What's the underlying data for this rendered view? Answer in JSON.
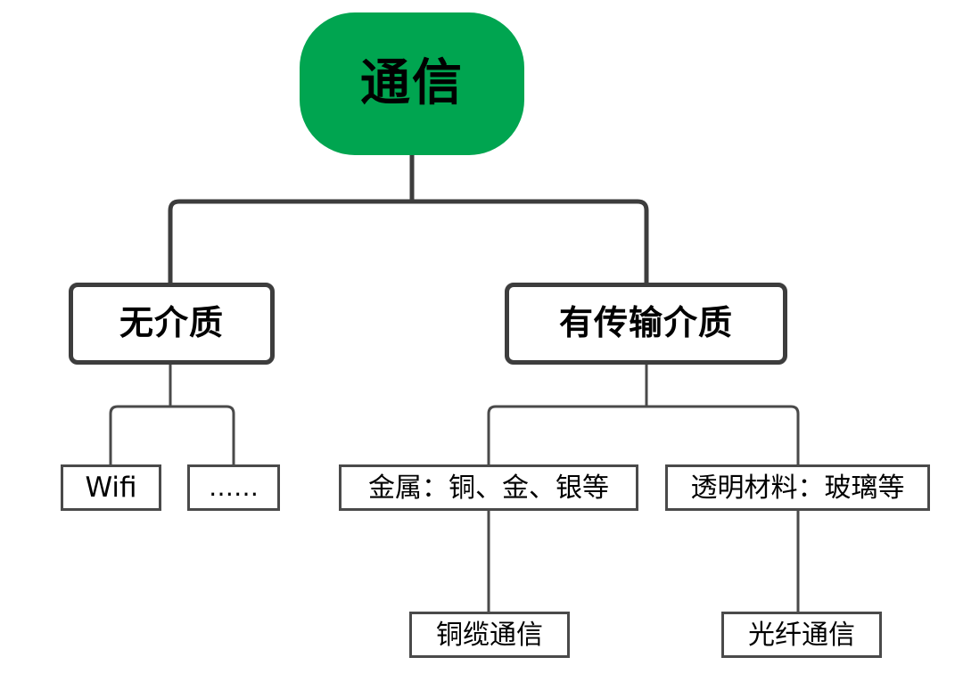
{
  "diagram": {
    "type": "tree-hierarchy",
    "title": "通信",
    "background_color": "#ffffff",
    "root": {
      "label": "通信",
      "fill_color": "#00A550",
      "text_color": "#000000",
      "shape": "rounded-rectangle"
    },
    "branches": [
      {
        "id": "no-medium",
        "label": "无介质",
        "border_color": "#3d3d3d",
        "children": [
          {
            "id": "wifi",
            "label": "Wifi",
            "children": []
          },
          {
            "id": "ellipsis",
            "label": "……",
            "children": []
          }
        ]
      },
      {
        "id": "has-medium",
        "label": "有传输介质",
        "border_color": "#3d3d3d",
        "children": [
          {
            "id": "metal",
            "label": "金属：铜、金、银等",
            "children": [
              {
                "id": "copper-comm",
                "label": "铜缆通信"
              }
            ]
          },
          {
            "id": "transparent",
            "label": "透明材料：玻璃等",
            "children": [
              {
                "id": "fiber-comm",
                "label": "光纤通信"
              }
            ]
          }
        ]
      }
    ],
    "connectors": {
      "thick_stroke_color": "#3d3d3d",
      "thin_stroke_color": "#4a4a4a",
      "thick_stroke_width": 5,
      "thin_stroke_width": 3
    }
  }
}
